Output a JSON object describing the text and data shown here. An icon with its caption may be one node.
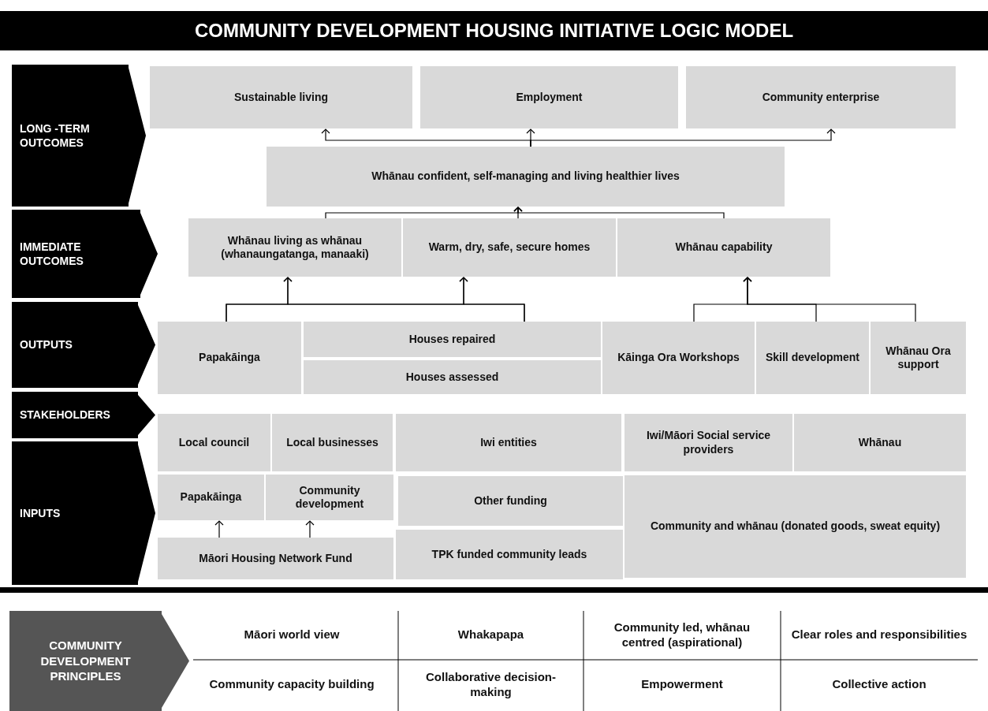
{
  "diagram": {
    "title": "COMMUNITY DEVELOPMENT HOUSING INITIATIVE LOGIC MODEL",
    "nodes": [
      {
        "text": [
          "LONG -TERM OUTCOMES"
        ]
      },
      {
        "text": [
          "Sustainable living"
        ]
      },
      {
        "text": [
          "Employment"
        ]
      },
      {
        "text": [
          "Community enterprise"
        ]
      },
      {
        "text": [
          "Whānau confident, self-managing and living healthier lives"
        ]
      },
      {
        "text": [
          "IMMEDIATE OUTCOMES"
        ]
      },
      {
        "text": [
          "Whānau living as whānau (whanaungatanga, manaaki)"
        ]
      },
      {
        "text": [
          "Warm, dry, safe, secure homes"
        ]
      },
      {
        "text": [
          "Whānau capability"
        ]
      },
      {
        "text": [
          "OUTPUTS"
        ]
      },
      {
        "text": [
          "Papakāinga"
        ]
      },
      {
        "text": [
          "Houses repaired"
        ]
      },
      {
        "text": [
          "Houses assessed"
        ]
      },
      {
        "text": [
          "Kāinga Ora Workshops"
        ]
      },
      {
        "text": [
          "Skill development"
        ]
      },
      {
        "text": [
          "Whānau Ora support"
        ]
      },
      {
        "text": [
          "STAKEHOLDERS"
        ]
      },
      {
        "text": [
          "Local council"
        ]
      },
      {
        "text": [
          "Local businesses"
        ]
      },
      {
        "text": [
          "Iwi entities"
        ]
      },
      {
        "text": [
          "Iwi/Māori Social service providers"
        ]
      },
      {
        "text": [
          "Whānau"
        ]
      },
      {
        "text": [
          "INPUTS"
        ]
      },
      {
        "text": [
          "Papakāinga"
        ]
      },
      {
        "text": [
          "Community development"
        ]
      },
      {
        "text": [
          "Other funding"
        ]
      },
      {
        "text": [
          "Community and whānau (donated goods, sweat equity)"
        ]
      },
      {
        "text": [
          "Māori Housing Network Fund"
        ]
      },
      {
        "text": [
          "TPK funded community leads"
        ]
      },
      {
        "text": [
          "COMMUNITY DEVELOPMENT PRINCIPLES"
        ]
      }
    ],
    "edges": [
      {
        "from": 4,
        "to": 1,
        "arrow": "to"
      },
      {
        "from": 4,
        "to": 2,
        "arrow": "to"
      },
      {
        "from": 4,
        "to": 3,
        "arrow": "to"
      },
      {
        "from": 6,
        "to": 4,
        "arrow": "to"
      },
      {
        "from": 7,
        "to": 4,
        "arrow": "to"
      },
      {
        "from": 8,
        "to": 4,
        "arrow": "to"
      },
      {
        "from": 10,
        "to": 6,
        "arrow": "to"
      },
      {
        "from": 10,
        "to": 7,
        "arrow": "to"
      },
      {
        "from": 11,
        "to": 6,
        "arrow": "to"
      },
      {
        "from": 11,
        "to": 7,
        "arrow": "to"
      },
      {
        "from": 13,
        "to": 8,
        "arrow": "to"
      },
      {
        "from": 14,
        "to": 8,
        "arrow": "to"
      },
      {
        "from": 15,
        "to": 8,
        "arrow": "to"
      },
      {
        "from": 27,
        "to": 23,
        "arrow": "to"
      },
      {
        "from": 27,
        "to": 24,
        "arrow": "to"
      }
    ],
    "labels": [
      "Māori world view",
      "Whakapapa",
      "Community led, whānau centred (aspirational)",
      "Clear roles and responsibilities",
      "Community capacity building",
      "Collaborative decision-making",
      "Empowerment",
      "Collective action"
    ]
  }
}
